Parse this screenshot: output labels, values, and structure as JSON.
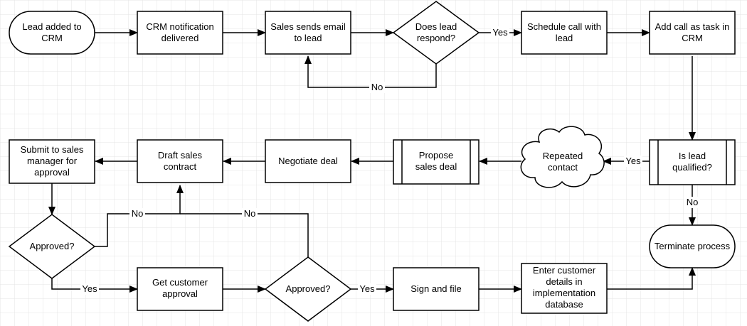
{
  "nodes": {
    "lead_added": [
      "Lead added to",
      "CRM"
    ],
    "crm_notification": [
      "CRM notification",
      "delivered"
    ],
    "sales_email": [
      "Sales sends email",
      "to lead"
    ],
    "does_lead_respond": [
      "Does lead",
      "respond?"
    ],
    "schedule_call": [
      "Schedule call with",
      "lead"
    ],
    "add_call_task": [
      "Add call as task in",
      "CRM"
    ],
    "is_lead_qualified": [
      "Is lead",
      "qualified?"
    ],
    "repeated_contact": [
      "Repeated",
      "contact"
    ],
    "propose_deal": [
      "Propose",
      "sales deal"
    ],
    "negotiate_deal": [
      "Negotiate deal"
    ],
    "draft_contract": [
      "Draft sales",
      "contract"
    ],
    "submit_manager": [
      "Submit to sales",
      "manager for",
      "approval"
    ],
    "approved_manager": [
      "Approved?"
    ],
    "get_customer_approval": [
      "Get customer",
      "approval"
    ],
    "approved_customer": [
      "Approved?"
    ],
    "sign_file": [
      "Sign and file"
    ],
    "enter_details": [
      "Enter customer",
      "details in",
      "implementation",
      "database"
    ],
    "terminate": [
      "Terminate process"
    ]
  },
  "edge_labels": {
    "respond_yes": "Yes",
    "respond_no": "No",
    "qualified_yes": "Yes",
    "qualified_no": "No",
    "manager_no": "No",
    "manager_yes": "Yes",
    "customer_no": "No",
    "customer_yes": "Yes"
  },
  "colors": {
    "grid": "#e4e4e4",
    "stroke": "#000000",
    "fill": "#ffffff"
  }
}
